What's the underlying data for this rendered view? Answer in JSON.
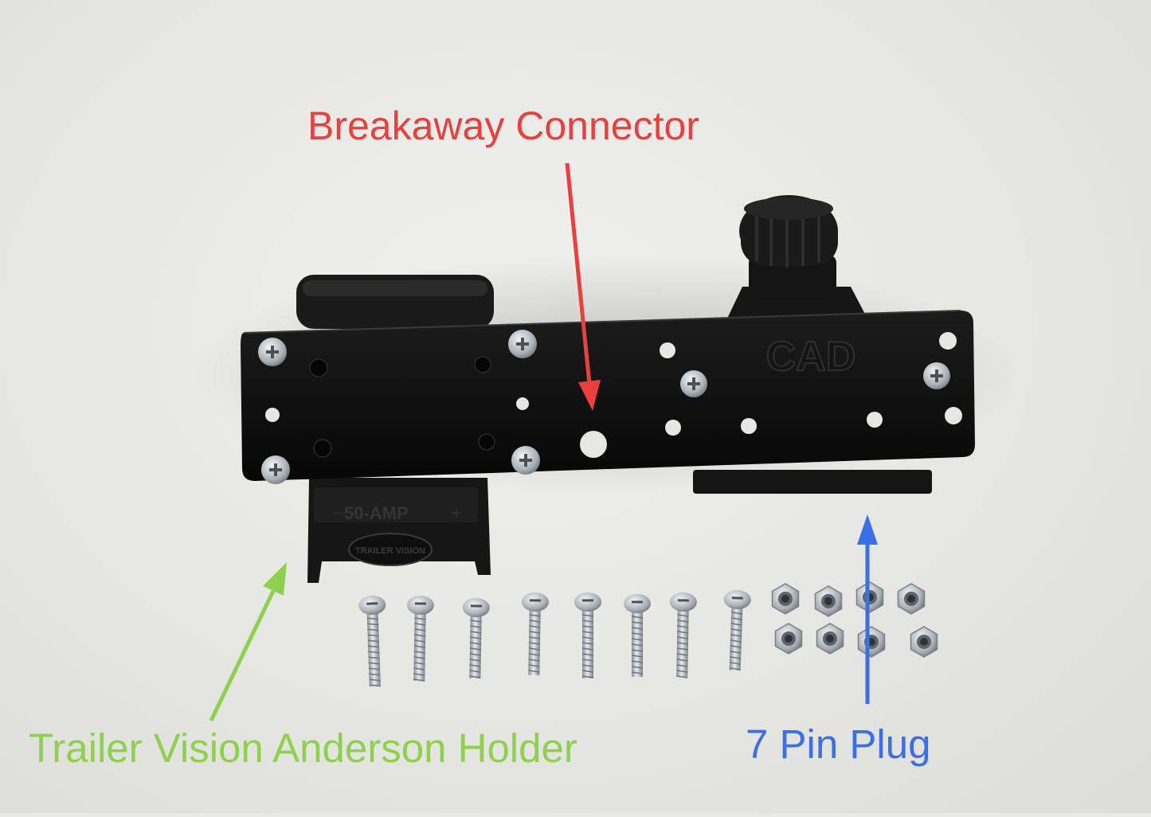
{
  "labels": {
    "breakaway": "Breakaway Connector",
    "anderson": "Trailer Vision Anderson Holder",
    "seven_pin": "7 Pin Plug"
  },
  "product_markings": {
    "plate_logo": "CAD",
    "anderson_rating": "50-AMP",
    "anderson_minus": "−",
    "anderson_plus": "+",
    "anderson_badge": "TRAILER VISION"
  },
  "colors": {
    "breakaway": "#e8413d",
    "anderson": "#8fd14f",
    "seven_pin": "#3b6fe8",
    "plate": "#111111",
    "background": "#e9e9e7"
  },
  "hardware": {
    "bolts": 8,
    "nuts": 8
  }
}
